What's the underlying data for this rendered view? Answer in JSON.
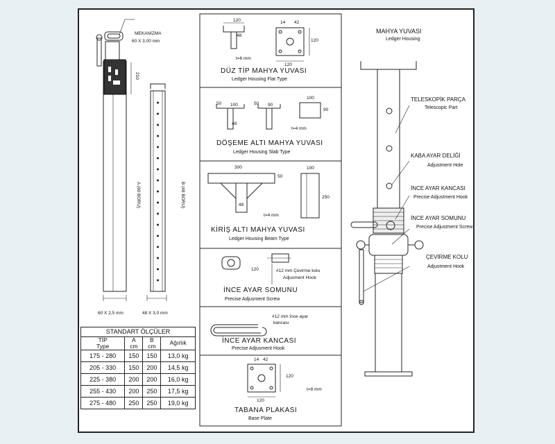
{
  "panels": {
    "mechanism": {
      "label": "MEKANİZMA",
      "size": "60 X 3,00 mm"
    },
    "dims": {
      "h210": "210",
      "pipe_a": "A (60 BORU)",
      "pipe_b": "B (48 BORU)",
      "pipe1": "60 X 2,5 mm",
      "pipe2": "48 X 3,0 mm"
    },
    "flat": {
      "title": "DÜZ TİP MAHYA YUVASI",
      "subtitle": "Ledger Housing Flat Type",
      "d120a": "120",
      "d48": "48",
      "t": "t=6 mm",
      "d14": "14",
      "d42": "42",
      "d120b": "120",
      "d120c": "120"
    },
    "slab": {
      "title": "DÖŞEME ALTI MAHYA YUVASI",
      "subtitle": "Ledger Housing Slab Type",
      "d50a": "50",
      "d100a": "100",
      "d48": "48",
      "d50b": "50",
      "d90a": "90",
      "d100b": "100",
      "d90b": "90",
      "t": "t=4 mm"
    },
    "beam": {
      "title": "KİRİŞ ALTI MAHYA YUVASI",
      "subtitle": "Ledger Housing Beam Type",
      "d300": "300",
      "d50": "50",
      "d48": "48",
      "d100": "100",
      "d250": "250",
      "t": "t=4 mm"
    },
    "screw": {
      "title": "İNCE AYAR SOMUNU",
      "subtitle": "Precise Adjusment Screw",
      "d120": "120",
      "note1": "#12 mm Çevirme kolu",
      "note2": "Adjusment Hook"
    },
    "hook": {
      "title": "İNCE AYAR KANCASI",
      "subtitle": "Precise Adjusment Hook",
      "note1": "#12 mm İnce ayar",
      "note2": "kancası"
    },
    "base": {
      "title": "TABANA PLAKASI",
      "subtitle": "Base Plate",
      "d14": "14",
      "d42": "42",
      "d120a": "120",
      "d120b": "120",
      "t": "t=8 mm"
    }
  },
  "callouts": [
    {
      "tr": "MAHYA YUVASI",
      "en": "Ledger Housing"
    },
    {
      "tr": "TELESKOPİK PARÇA",
      "en": "Telescopic Part"
    },
    {
      "tr": "KABA AYAR DELİĞİ",
      "en": "Adjustment Hole"
    },
    {
      "tr": "İNCE AYAR KANCASI",
      "en": "Precise Adjustment Hook"
    },
    {
      "tr": "İNCE AYAR SOMUNU",
      "en": "Precise Adjustment Screw"
    },
    {
      "tr": "ÇEVİRME KOLU",
      "en": "Adjustment Hook"
    }
  ],
  "table": {
    "caption": "STANDART ÖLÇÜLER",
    "headers": [
      {
        "top": "TİP",
        "bottom": "Type"
      },
      {
        "top": "A",
        "bottom": "cm"
      },
      {
        "top": "B",
        "bottom": "cm"
      },
      {
        "top": "Ağırlık",
        "bottom": ""
      }
    ],
    "rows": [
      [
        "175 - 280",
        "150",
        "150",
        "13,0 kg"
      ],
      [
        "205 - 330",
        "150",
        "200",
        "14,5 kg"
      ],
      [
        "225 - 380",
        "200",
        "200",
        "16,0 kg"
      ],
      [
        "255 - 430",
        "200",
        "250",
        "17,5 kg"
      ],
      [
        "275 - 480",
        "250",
        "250",
        "19,0 kg"
      ]
    ]
  }
}
